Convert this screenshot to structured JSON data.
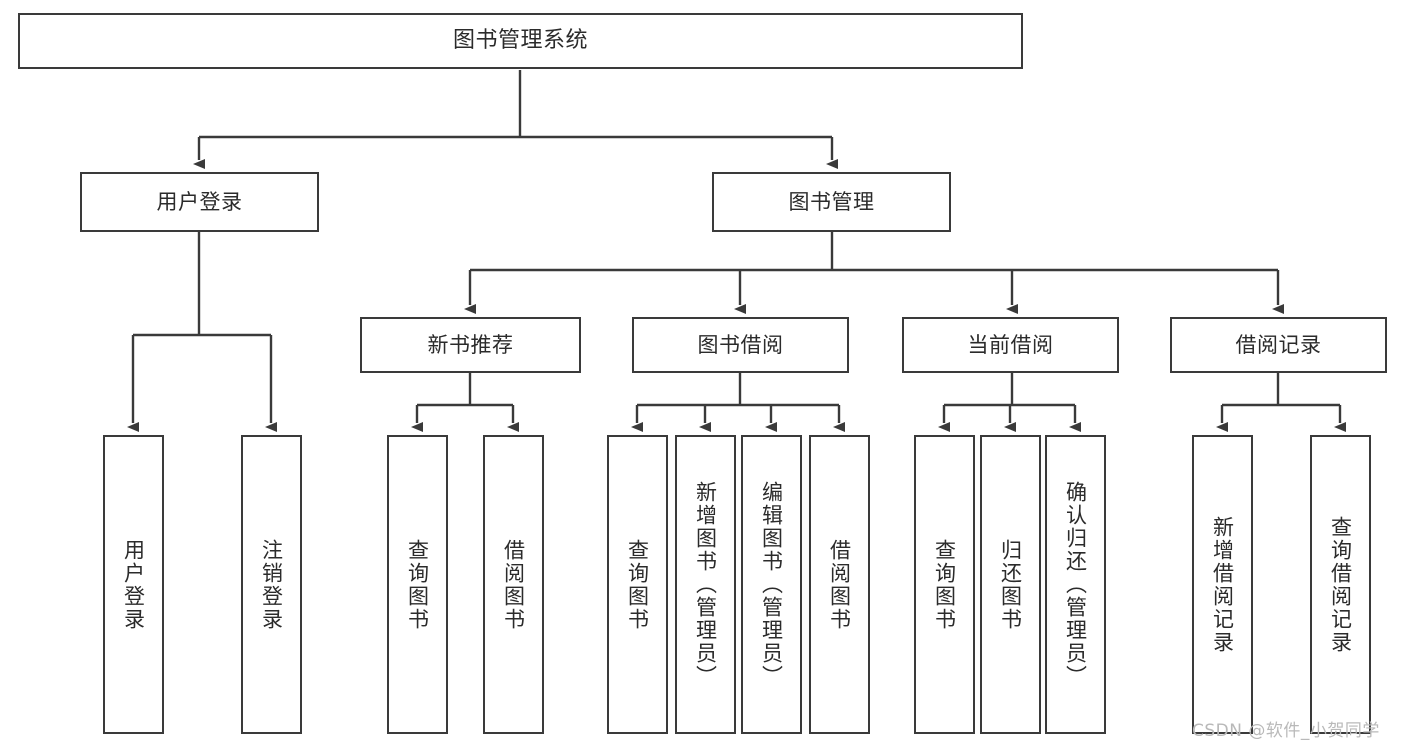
{
  "diagram": {
    "title": "图书管理系统",
    "type": "tree-hierarchy-chart",
    "watermark": "CSDN @软件_小贺同学",
    "colors": {
      "box_border": "#3a3a3a",
      "box_fill": "#ffffff",
      "text": "#2b2b2b",
      "edge": "#3a3a3a",
      "watermark": "#b9b9b9",
      "canvas": "#ffffff"
    },
    "root": {
      "label": "图书管理系统"
    },
    "level1": [
      {
        "label": "用户登录"
      },
      {
        "label": "图书管理"
      }
    ],
    "level2": [
      {
        "label": "新书推荐"
      },
      {
        "label": "图书借阅"
      },
      {
        "label": "当前借阅"
      },
      {
        "label": "借阅记录"
      }
    ],
    "leaves": {
      "user_login": [
        {
          "label": "用户登录"
        },
        {
          "label": "注销登录"
        }
      ],
      "new_book_recommend": [
        {
          "label": "查询图书"
        },
        {
          "label": "借阅图书"
        }
      ],
      "book_borrow": [
        {
          "label": "查询图书"
        },
        {
          "label": "新增图书（管理员）"
        },
        {
          "label": "编辑图书（管理员）"
        },
        {
          "label": "借阅图书"
        }
      ],
      "current_borrow": [
        {
          "label": "查询图书"
        },
        {
          "label": "归还图书"
        },
        {
          "label": "确认归还（管理员）"
        }
      ],
      "borrow_record": [
        {
          "label": "新增借阅记录"
        },
        {
          "label": "查询借阅记录"
        }
      ]
    }
  }
}
